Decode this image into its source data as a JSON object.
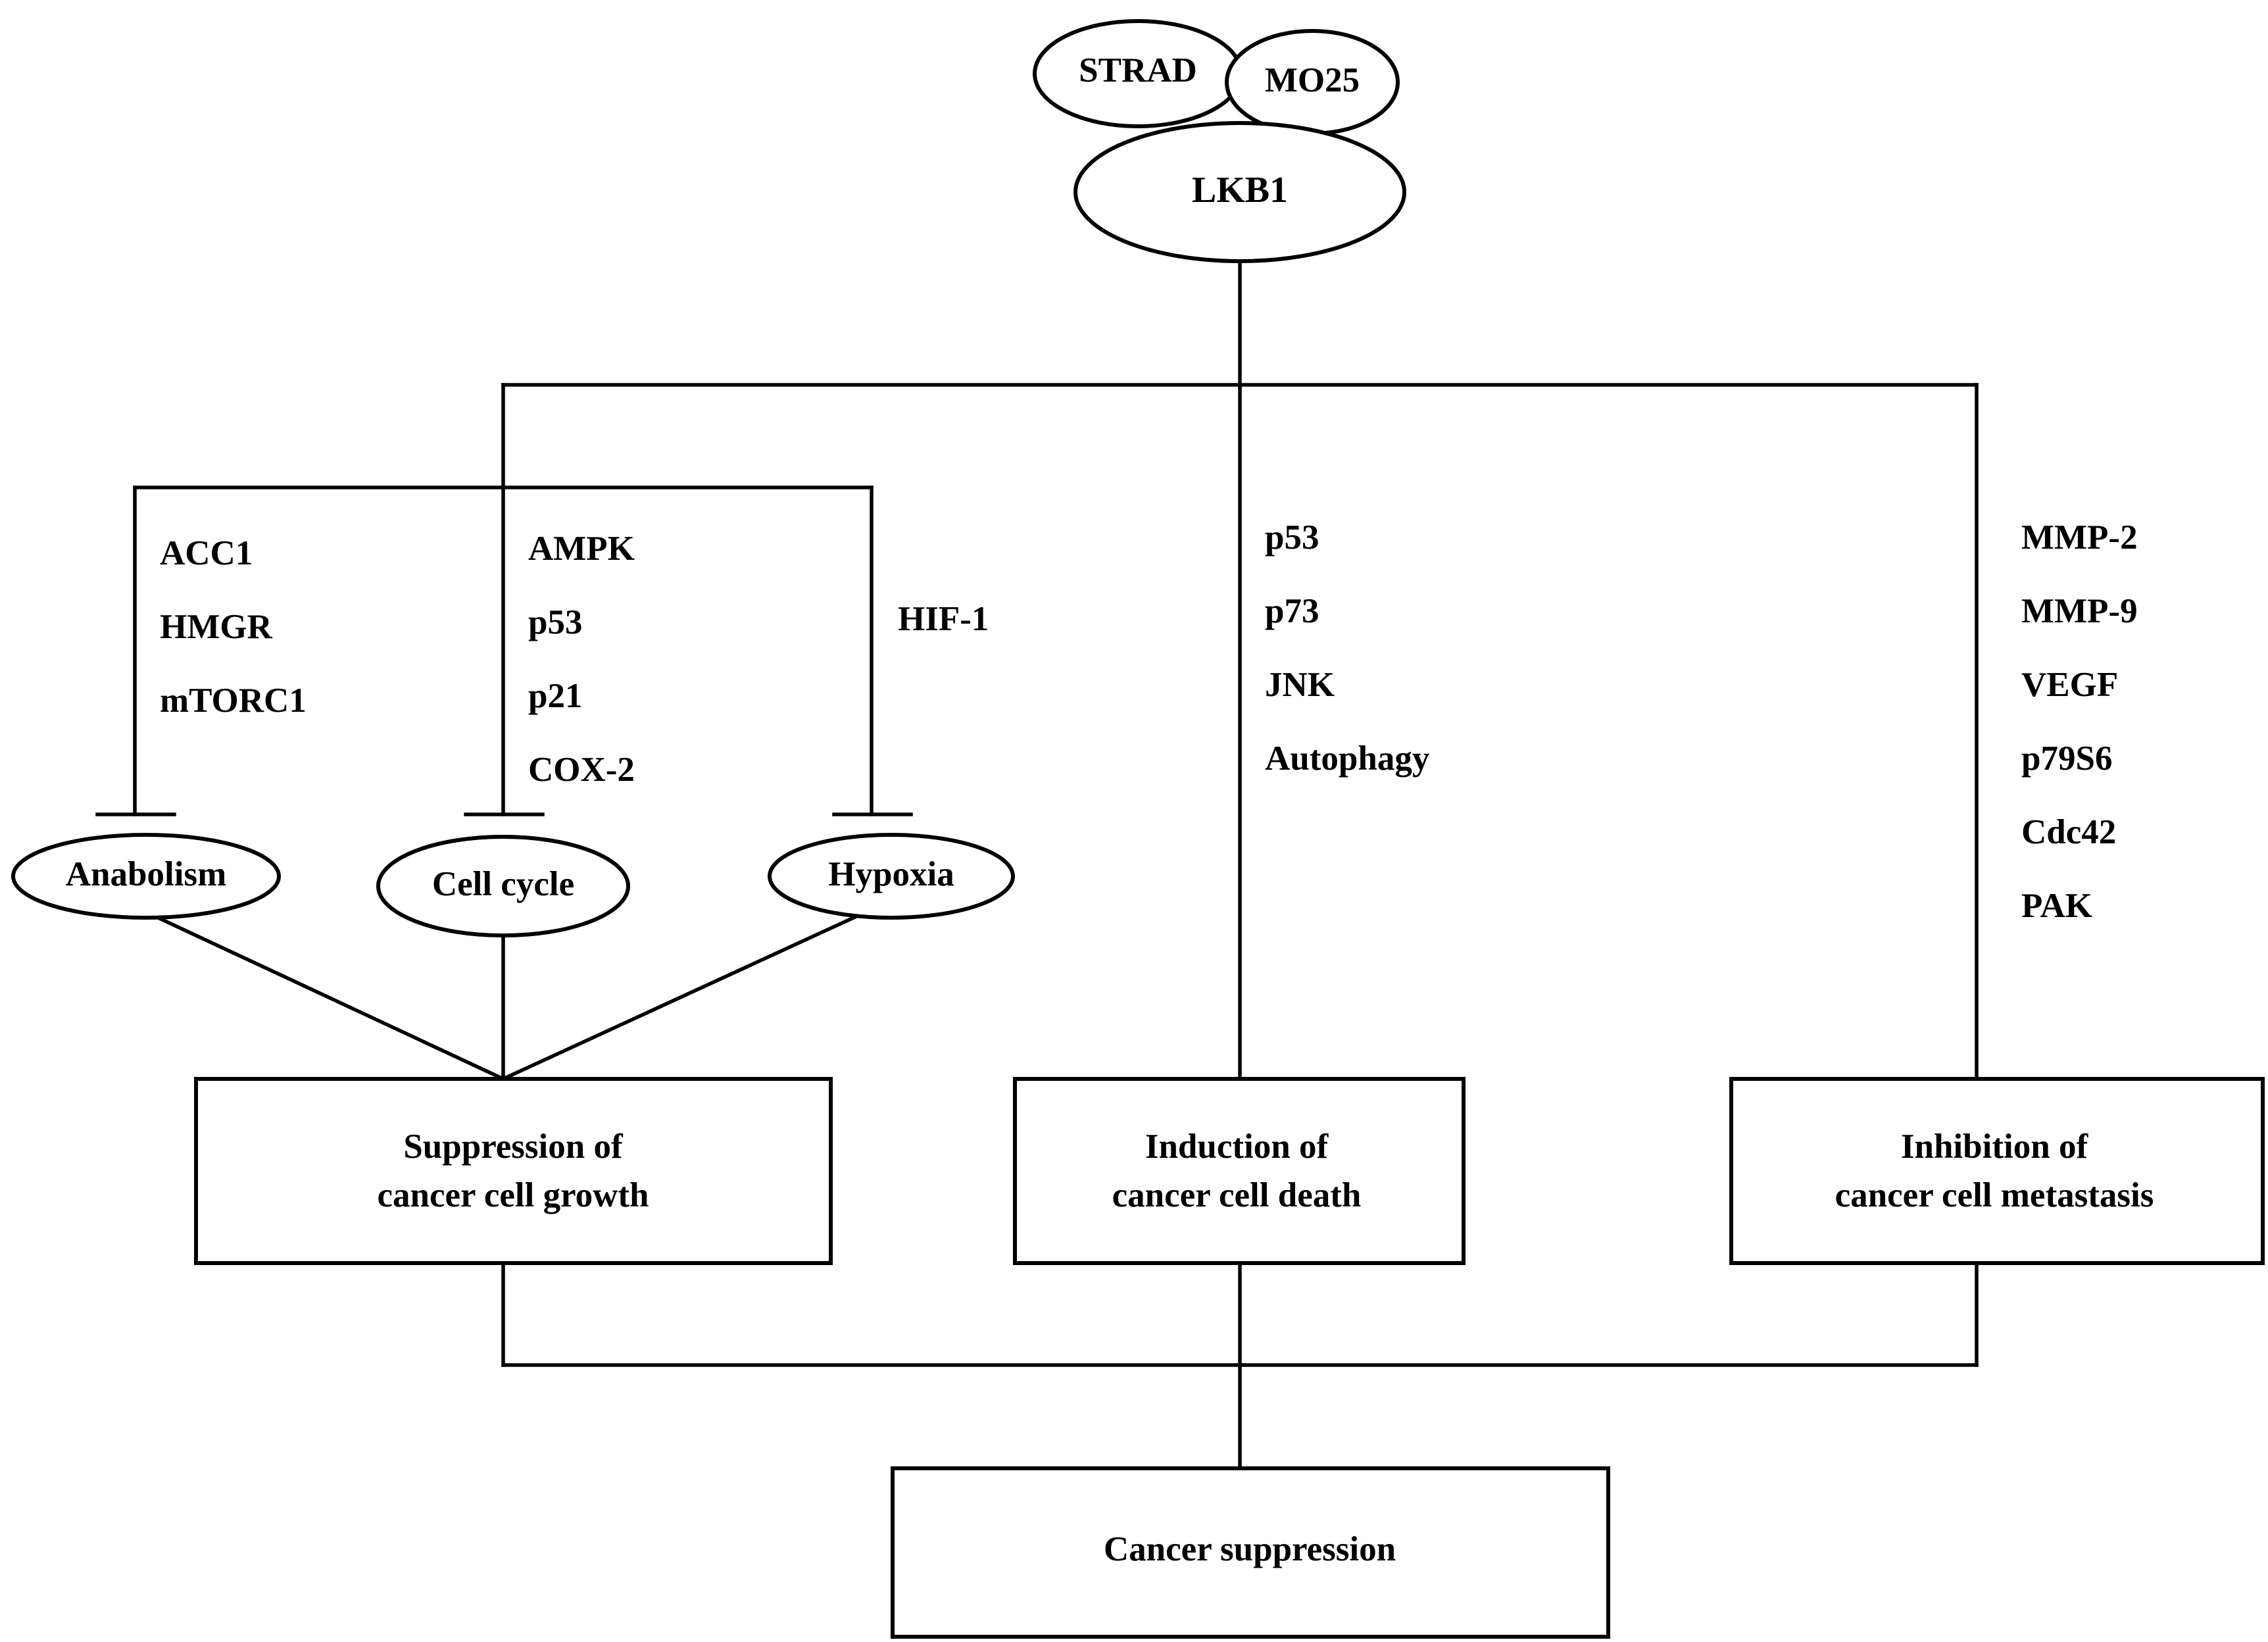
{
  "complex": {
    "strad": "STRAD",
    "mo25": "MO25",
    "lkb1": "LKB1"
  },
  "processes": {
    "anabolism": "Anabolism",
    "cell_cycle": "Cell cycle",
    "hypoxia": "Hypoxia"
  },
  "targets": {
    "anabolism": [
      "ACC1",
      "HMGR",
      "mTORC1"
    ],
    "cell_cycle": [
      "AMPK",
      "p53",
      "p21",
      "COX-2"
    ],
    "hypoxia": [
      "HIF-1"
    ],
    "death": [
      "p53",
      "p73",
      "JNK",
      "Autophagy"
    ],
    "metastasis": [
      "MMP-2",
      "MMP-9",
      "VEGF",
      "p79S6",
      "Cdc42",
      "PAK"
    ]
  },
  "outcomes": {
    "growth": [
      "Suppression of",
      "cancer cell growth"
    ],
    "death": [
      "Induction of",
      "cancer cell death"
    ],
    "metastasis": [
      "Inhibition of",
      "cancer cell metastasis"
    ]
  },
  "final": "Cancer suppression"
}
